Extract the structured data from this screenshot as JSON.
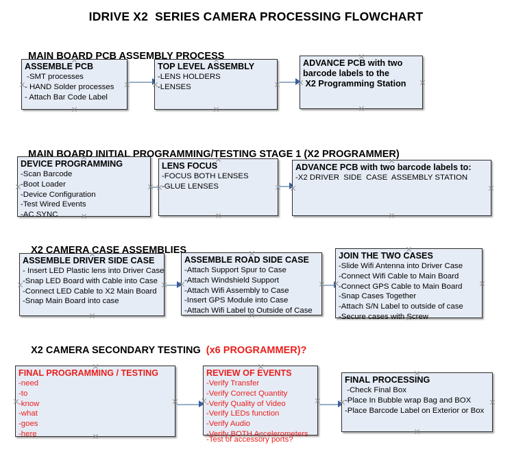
{
  "document": {
    "title": "IDRIVE X2  SERIES CAMERA PROCESSING FLOWCHART"
  },
  "colors": {
    "node_fill": "#e6ecf6",
    "node_border": "#2b2b2b",
    "accent_red": "#e8201c",
    "connector_line": "#96b0c8",
    "connector_arrow": "#3a5f9e",
    "text": "#000000"
  },
  "sections": [
    {
      "id": "main-board-pcb-assembly-process",
      "heading": "MAIN BOARD PCB ASSEMBLY PROCESS",
      "heading_accent": "",
      "nodes": [
        {
          "id": "assemble-pcb",
          "title": "ASSEMBLE PCB",
          "lines": [
            " -SMT processes",
            "- HAND Solder processes",
            "- Attach Bar Code Label"
          ]
        },
        {
          "id": "top-level-assembly",
          "title": "TOP LEVEL ASSEMBLY",
          "lines": [
            "-LENS HOLDERS",
            "-LENSES"
          ]
        },
        {
          "id": "advance-pcb-to-x2-programming-station",
          "title": "ADVANCE PCB with two\nbarcode labels to the\n X2 Programming Station",
          "lines": []
        }
      ]
    },
    {
      "id": "main-board-initial-programming-testing-stage-1",
      "heading": "MAIN BOARD INITIAL PROGRAMMING/TESTING STAGE 1 (X2 PROGRAMMER)",
      "heading_accent": "",
      "nodes": [
        {
          "id": "device-programming",
          "title": "DEVICE PROGRAMMING",
          "lines": [
            "-Scan Barcode",
            "-Boot Loader",
            "-Device Configuration",
            "-Test Wired Events",
            "-AC SYNC"
          ]
        },
        {
          "id": "lens-focus",
          "title": "LENS FOCUS",
          "lines": [
            "-FOCUS BOTH LENSES",
            "-GLUE LENSES"
          ]
        },
        {
          "id": "advance-pcb-to-driver-side-case-assembly-station",
          "title": "ADVANCE PCB with two barcode labels to:",
          "lines": [
            "-X2 DRIVER  SIDE  CASE  ASSEMBLY STATION"
          ]
        }
      ]
    },
    {
      "id": "x2-camera-case-assemblies",
      "heading": "X2 CAMERA CASE ASSEMBLIES",
      "heading_accent": "",
      "nodes": [
        {
          "id": "assemble-driver-side-case",
          "title": "ASSEMBLE DRIVER SIDE CASE",
          "lines": [
            "- Insert LED Plastic lens into Driver Case",
            "-Snap LED Board with Cable into Case",
            "-Connect LED Cable to X2 Main Board",
            "-Snap Main Board into case"
          ]
        },
        {
          "id": "assemble-road-side-case",
          "title": "ASSEMBLE ROAD SIDE CASE",
          "lines": [
            "-Attach Support Spur to Case",
            "-Attach Windshield Support",
            "-Attach Wifi Assembly to Case",
            "-Insert GPS Module into Case",
            "-Attach Wifi Label to Outside of Case"
          ]
        },
        {
          "id": "join-the-two-cases",
          "title": "JOIN THE TWO CASES",
          "lines": [
            "-Slide Wifi Antenna into Driver Case",
            "-Connect Wifi Cable to Main Board",
            "-Connect GPS Cable to Main Board",
            "-Snap Cases Together",
            "-Attach S/N Label to outside of case",
            "-Secure cases with Screw"
          ]
        }
      ]
    },
    {
      "id": "x2-camera-secondary-testing",
      "heading": "X2 CAMERA SECONDARY TESTING ",
      "heading_accent": " (x6 PROGRAMMER)?",
      "nodes": [
        {
          "id": "final-programming-testing",
          "title": "FINAL PROGRAMMING / TESTING",
          "lines": [
            "-need",
            "-to",
            "-know",
            "-what",
            "-goes",
            "-here"
          ]
        },
        {
          "id": "review-of-events",
          "title": "REVIEW OF EVENTS",
          "lines": [
            "-Verify Transfer",
            "-Verify Correct Quantity",
            "-Verify Quality of Video",
            "-Verify LEDs function",
            "-Verify Audio",
            "-Verify BOTH Accelerometers"
          ],
          "overflow_line": "-Test of accessory ports?"
        },
        {
          "id": "final-processing",
          "title": "FINAL PROCESSING",
          "lines": [
            " -Check Final Box",
            "-Place In Bubble wrap Bag and BOX",
            "-Place Barcode Label on Exterior or Box"
          ]
        }
      ]
    }
  ]
}
